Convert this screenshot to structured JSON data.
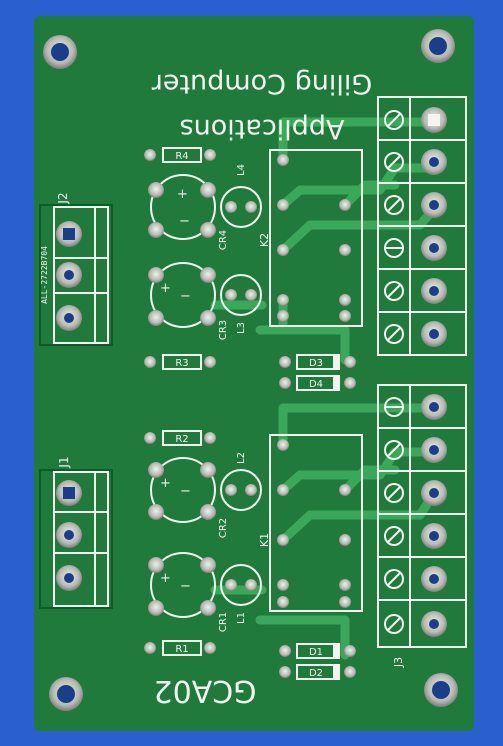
{
  "board": {
    "title_line1": "Applications",
    "title_line2": "Giling Computer",
    "model": "GCA02",
    "part_code": "ALL-2722B704"
  },
  "components": {
    "resistors": [
      "R4",
      "R3",
      "R2",
      "R1"
    ],
    "diodes": [
      "D3",
      "D4",
      "D1",
      "D2"
    ],
    "inductors": [
      "L4",
      "L3",
      "L2",
      "L1"
    ],
    "capacitors": [
      "CR4",
      "CR3",
      "CR2",
      "CR1"
    ],
    "relays": [
      "K2",
      "K1"
    ],
    "connectors": [
      "J2",
      "J1",
      "J3"
    ]
  },
  "colors": {
    "board": "#1f7a3c",
    "trace": "#3aa85a",
    "silkscreen": "#f2f4ee",
    "pad": "#c9c9c4",
    "background": "#2a5fd0"
  }
}
